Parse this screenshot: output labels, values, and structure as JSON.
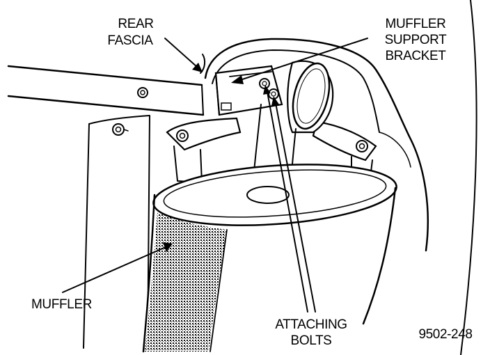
{
  "labels": {
    "rear_fascia_line1": "REAR",
    "rear_fascia_line2": "FASCIA",
    "bracket_line1": "MUFFLER",
    "bracket_line2": "SUPPORT",
    "bracket_line3": "BRACKET",
    "muffler": "MUFFLER",
    "bolts_line1": "ATTACHING",
    "bolts_line2": "BOLTS",
    "figure_id": "9502-248"
  }
}
